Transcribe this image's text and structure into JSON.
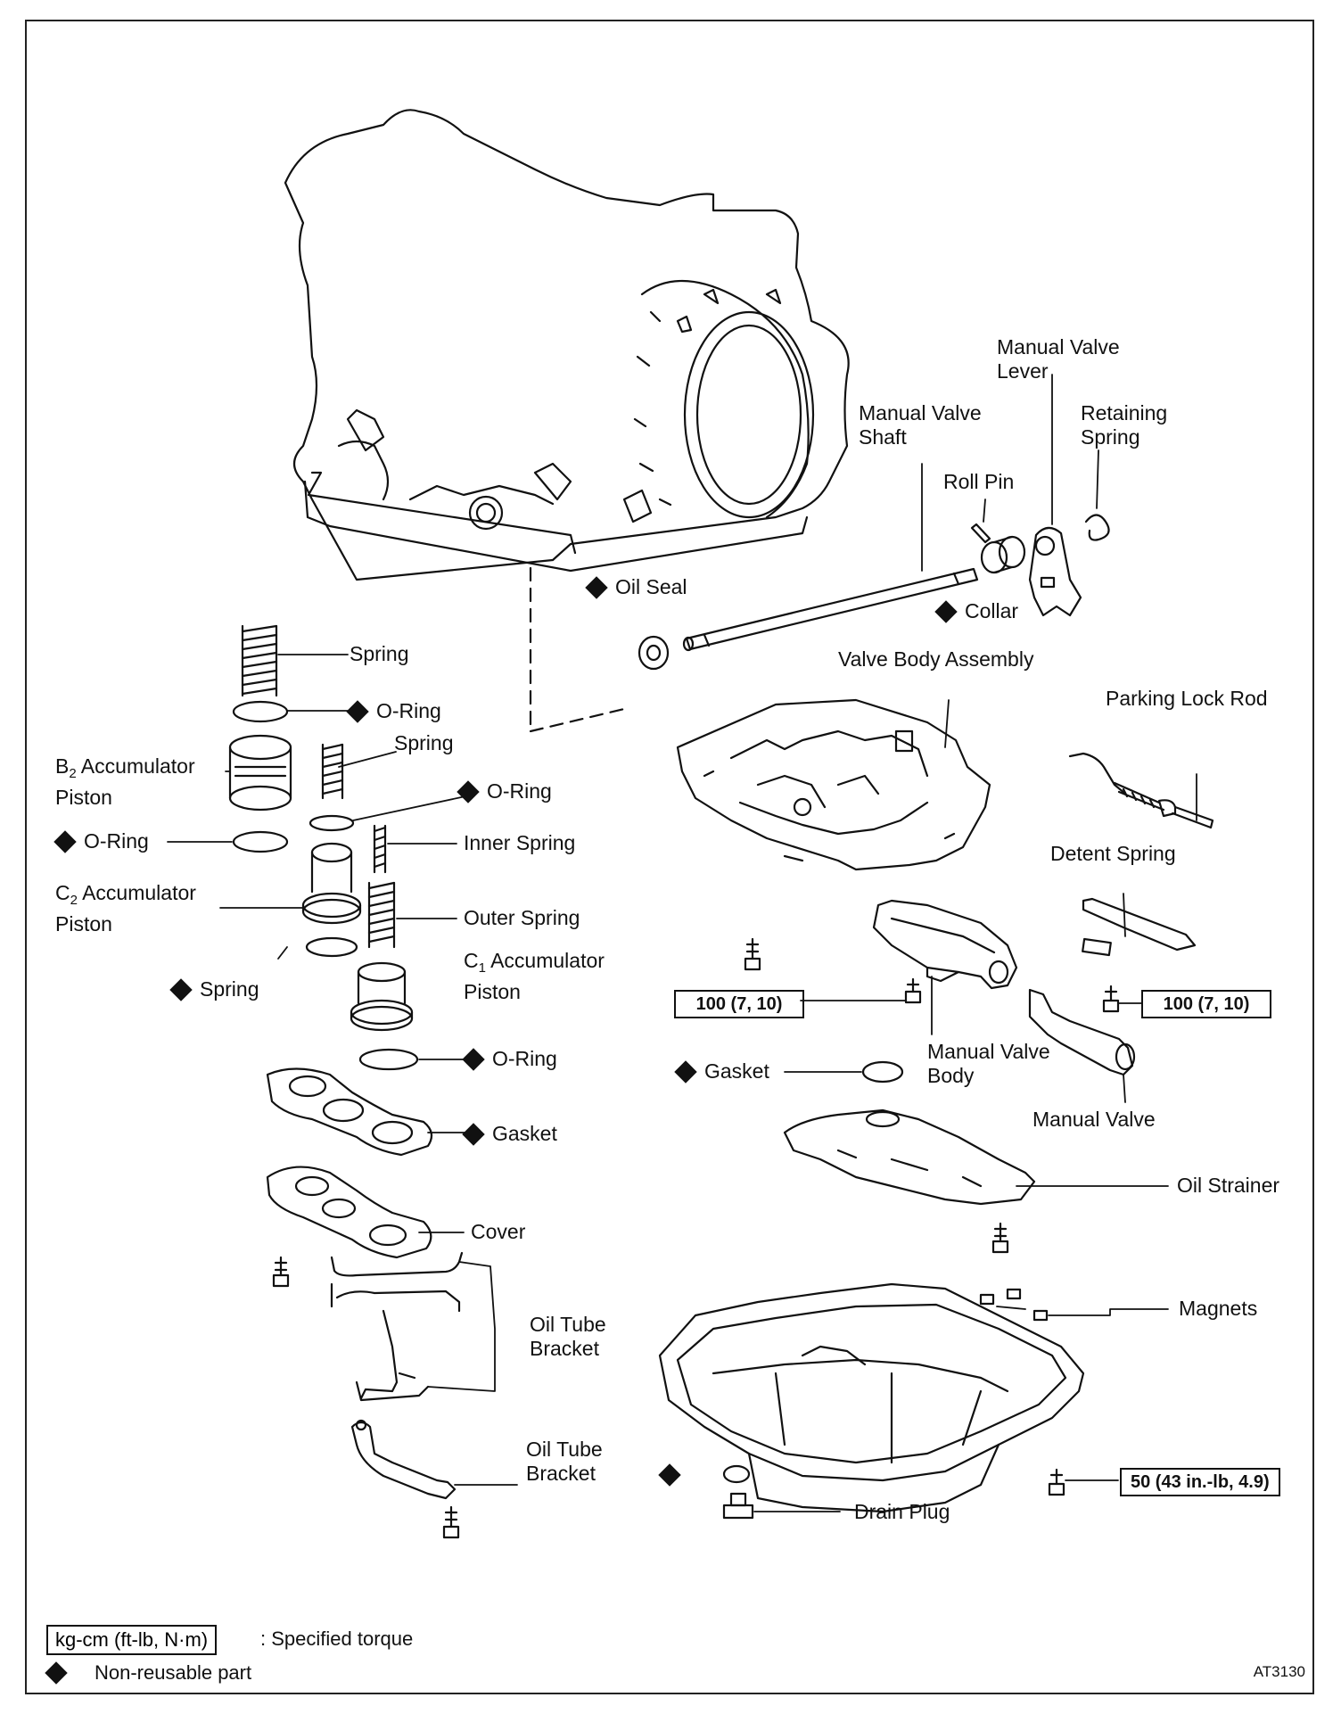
{
  "labels": {
    "manual_valve_lever": "Manual Valve\nLever",
    "retaining_spring": "Retaining\nSpring",
    "manual_valve_shaft": "Manual Valve\nShaft",
    "roll_pin": "Roll Pin",
    "oil_seal": "Oil Seal",
    "collar": "Collar",
    "spring_top": "Spring",
    "o_ring_1": "O-Ring",
    "spring_2": "Spring",
    "b2_prefix": "B",
    "b2_sub": "2",
    "b2_suffix": " Accumulator\nPiston",
    "o_ring_2": "O-Ring",
    "o_ring_left": "O-Ring",
    "inner_spring": "Inner Spring",
    "c2_prefix": "C",
    "c2_sub": "2",
    "c2_suffix": " Accumulator\nPiston",
    "outer_spring": "Outer Spring",
    "c1_prefix": "C",
    "c1_sub": "1",
    "c1_suffix": " Accumulator\nPiston",
    "spring_left": "Spring",
    "o_ring_3": "O-Ring",
    "gasket_left": "Gasket",
    "cover": "Cover",
    "oil_tube_bracket_1": "Oil Tube\nBracket",
    "oil_tube_bracket_2": "Oil Tube\nBracket",
    "valve_body_assembly": "Valve Body Assembly",
    "parking_lock_rod": "Parking Lock Rod",
    "detent_spring": "Detent Spring",
    "manual_valve_body": "Manual Valve\nBody",
    "gasket_right": "Gasket",
    "manual_valve": "Manual Valve",
    "oil_strainer": "Oil Strainer",
    "magnets": "Magnets",
    "drain_plug": "Drain Plug"
  },
  "torque": {
    "left": "100 (7, 10)",
    "right": "100 (7, 10)",
    "pan": "50 (43 in.-lb, 4.9)"
  },
  "legend": {
    "torque_unit": "kg-cm (ft-lb, N·m)",
    "torque_text": ": Specified torque",
    "non_reusable": "Non-reusable part"
  },
  "figure_id": "AT3130"
}
